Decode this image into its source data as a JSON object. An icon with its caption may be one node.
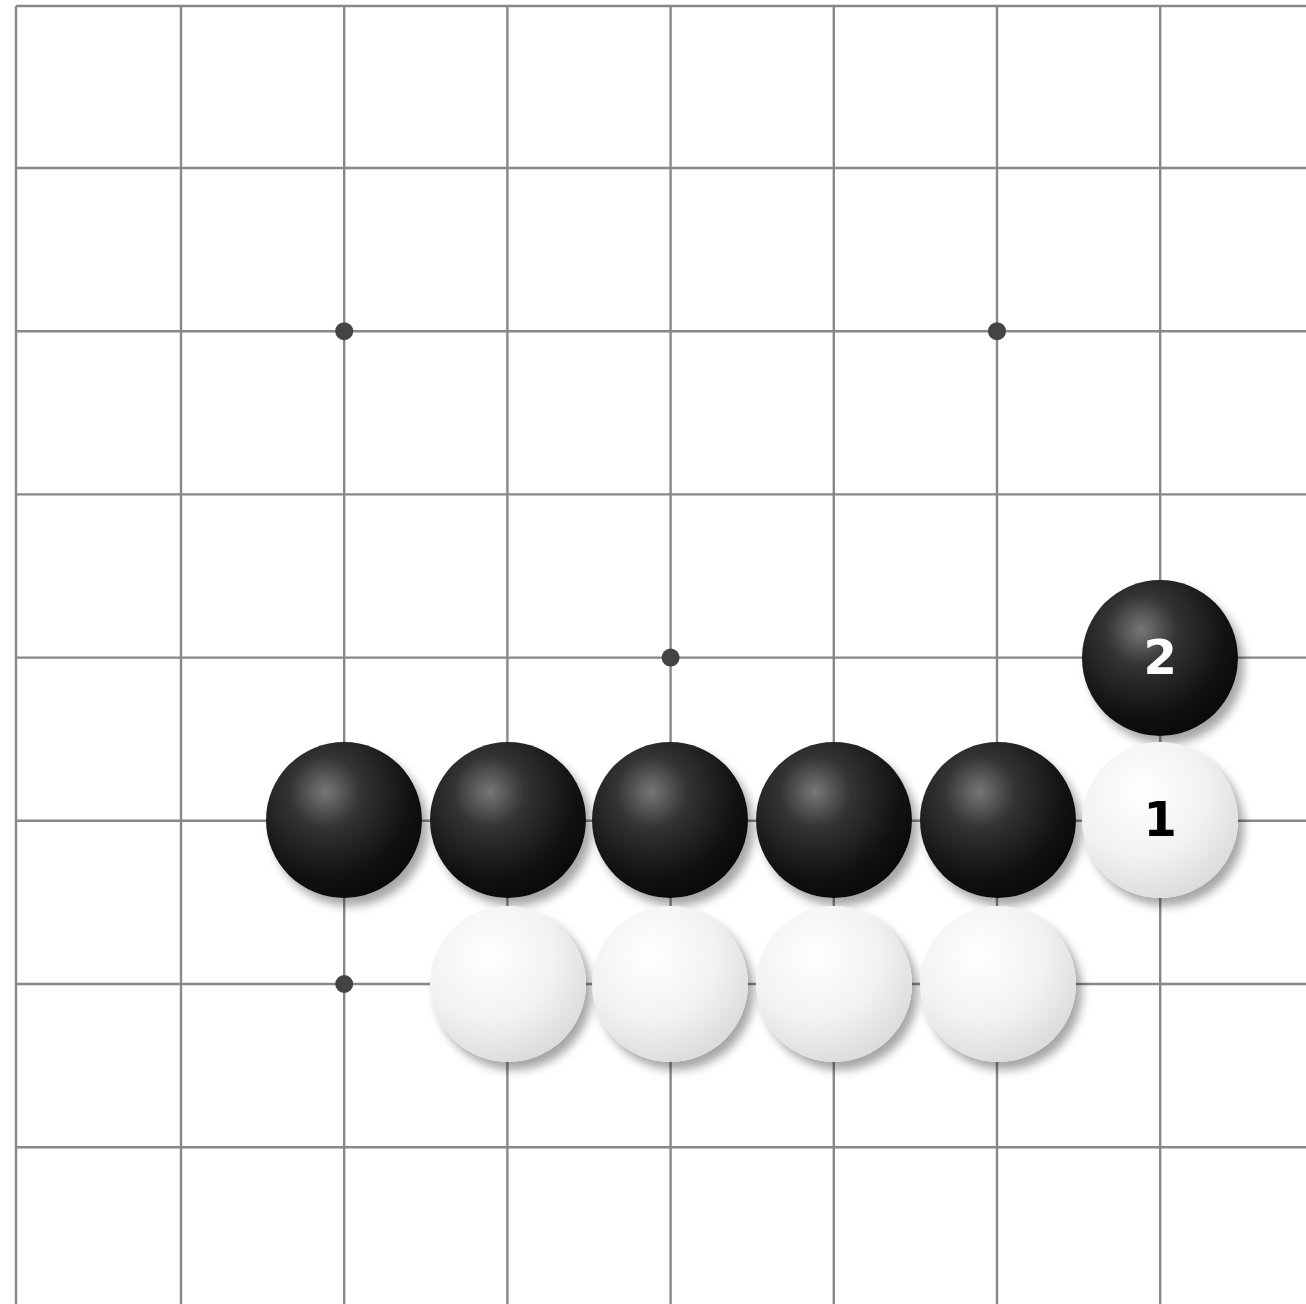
{
  "diagram": {
    "nodes": [
      {
        "text": [
          "2"
        ]
      },
      {
        "text": [],
        "shape": "circle"
      },
      {
        "text": [],
        "shape": "circle"
      },
      {
        "text": [],
        "shape": "circle"
      },
      {
        "text": [],
        "shape": "circle"
      },
      {
        "text": [],
        "shape": "circle"
      },
      {
        "text": [
          "1"
        ]
      },
      {
        "text": [],
        "shape": "circle"
      },
      {
        "text": [],
        "shape": "circle"
      },
      {
        "text": [],
        "shape": "circle"
      },
      {
        "text": [],
        "shape": "circle"
      }
    ]
  }
}
